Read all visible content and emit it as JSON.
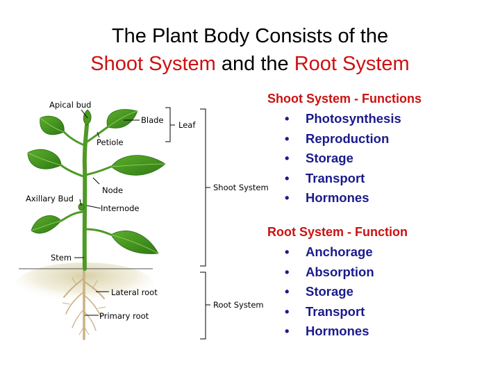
{
  "title": {
    "line1": "The Plant Body Consists of the",
    "line2_part1": "Shoot System",
    "line2_part2": " and the ",
    "line2_part3": "Root System"
  },
  "diagram_labels": {
    "apical_bud": "Apical bud",
    "blade": "Blade",
    "leaf": "Leaf",
    "petiole": "Petiole",
    "node": "Node",
    "axillary_bud": "Axillary Bud",
    "internode": "Internode",
    "stem": "Stem",
    "lateral_root": "Lateral root",
    "primary_root": "Primary root",
    "shoot_system": "Shoot System",
    "root_system": "Root System"
  },
  "shoot_functions": {
    "heading": "Shoot System - Functions",
    "bullet": "•",
    "items": [
      "Photosynthesis",
      "Reproduction",
      "Storage",
      "Transport",
      "Hormones"
    ]
  },
  "root_functions": {
    "heading": "Root System - Function",
    "bullet": "•",
    "items": [
      "Anchorage",
      "Absorption",
      "Storage",
      "Transport",
      "Hormones"
    ]
  },
  "colors": {
    "accent_red": "#cc1111",
    "list_blue": "#1a1a8c",
    "leaf_green": "#3f8f1c",
    "stem_green": "#4e9a25",
    "root_tan": "#c9b283"
  }
}
